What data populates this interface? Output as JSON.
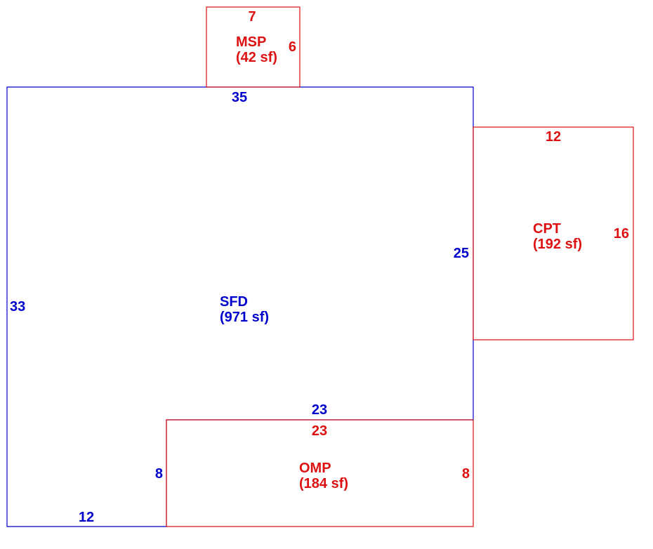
{
  "colors": {
    "main": "#0000cc",
    "addition": "#dd1111"
  },
  "areas": {
    "sfd": {
      "code": "SFD",
      "area": "(971 sf)"
    },
    "msp": {
      "code": "MSP",
      "area": "(42 sf)"
    },
    "cpt": {
      "code": "CPT",
      "area": "(192 sf)"
    },
    "omp": {
      "code": "OMP",
      "area": "(184 sf)"
    }
  },
  "dimensions": {
    "sfd_top": "35",
    "sfd_left": "33",
    "sfd_right": "25",
    "sfd_inner_top": "23",
    "sfd_inner_left": "8",
    "sfd_bottom": "12",
    "msp_top": "7",
    "msp_right": "6",
    "cpt_top": "12",
    "cpt_right": "16",
    "omp_top": "23",
    "omp_right": "8"
  }
}
